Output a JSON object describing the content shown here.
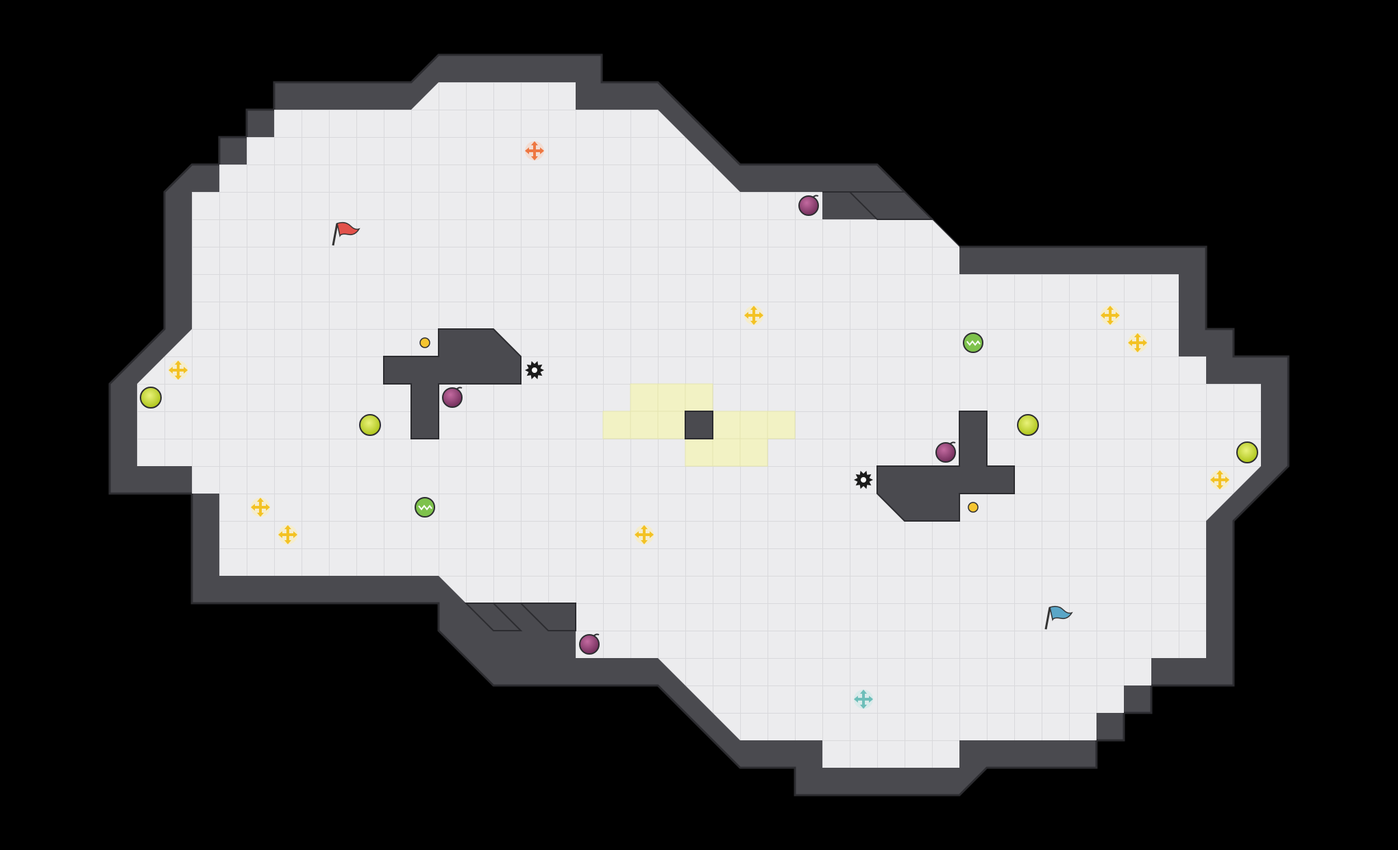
{
  "map": {
    "background": "#000000",
    "floor_color": "#ececee",
    "grid_color": "#d9d9dc",
    "wall_color": "#4a4a4f",
    "wall_edge_color": "#2c2c30",
    "highlight_color": "#f2f2c4"
  },
  "entities": {
    "flags": [
      {
        "team": "red",
        "color": "#e2514a"
      },
      {
        "team": "blue",
        "color": "#5aa6c7"
      }
    ],
    "spawn_markers": [
      {
        "team": "red",
        "color": "#ee7742"
      },
      {
        "team": "blue",
        "color": "#6dbeb9"
      }
    ],
    "boosts_color": "#f3c224",
    "bombs_color": "#8a3c6e",
    "gates_color": "#7ec24c",
    "powerups_color": "#c8d916",
    "spikes_color": "#1c1c1c",
    "tokens_color": "#f5c531"
  }
}
